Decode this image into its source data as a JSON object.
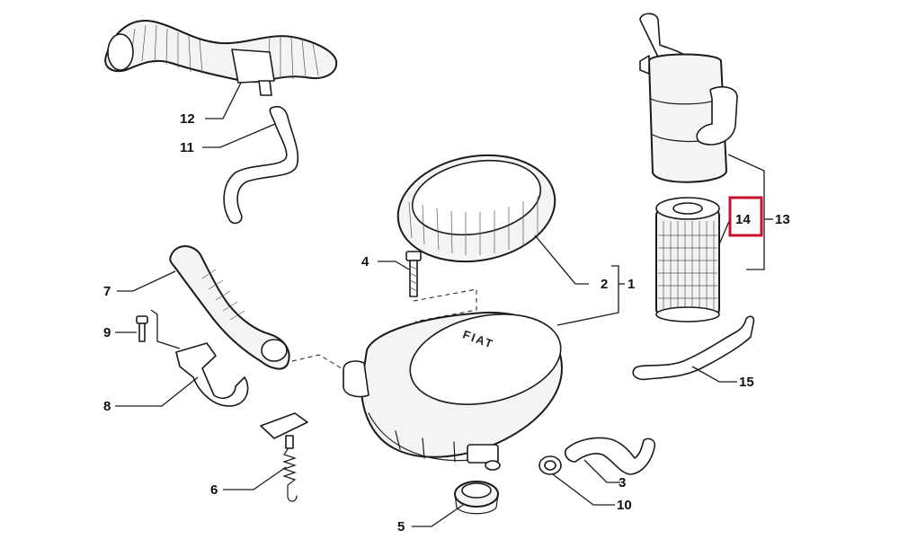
{
  "callouts": {
    "c1": "1",
    "c2": "2",
    "c3": "3",
    "c4": "4",
    "c5": "5",
    "c6": "6",
    "c7": "7",
    "c8": "8",
    "c9": "9",
    "c10": "10",
    "c11": "11",
    "c12": "12",
    "c13": "13",
    "c14": "14",
    "c15": "15"
  },
  "housing_logo": "FIAT",
  "highlight_color": "#c8102e",
  "highlighted_callout": "14"
}
